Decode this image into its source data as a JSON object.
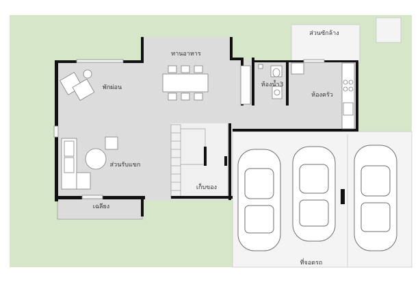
{
  "colors": {
    "lawn": "#d5e6c9",
    "interior_floor": "#dcdcdc",
    "paving": "#f4f4f4",
    "wall": "#111111",
    "label": "#333333"
  },
  "rooms": {
    "dining": "ทานอาหาร",
    "rest": "พักผ่อน",
    "bathroom": "ห้องน้ำ3",
    "kitchen": "ห้องครัว",
    "laundry": "ส่วนซักล้าง",
    "living": "ส่วนรับแขก",
    "storage": "เก็บของ",
    "terrace": "เฉลียง",
    "parking": "ที่จอดรถ"
  },
  "parking": {
    "car_count": 3
  }
}
